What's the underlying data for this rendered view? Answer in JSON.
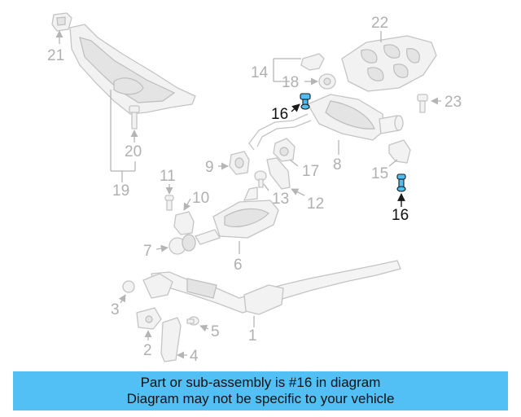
{
  "diagram": {
    "callouts": {
      "p1": "1",
      "p2": "2",
      "p3": "3",
      "p4": "4",
      "p5": "5",
      "p6": "6",
      "p7": "7",
      "p8": "8",
      "p9": "9",
      "p10": "10",
      "p11": "11",
      "p12": "12",
      "p13": "13",
      "p14": "14",
      "p15": "15",
      "p16a": "16",
      "p16b": "16",
      "p17": "17",
      "p18": "18",
      "p19": "19",
      "p20": "20",
      "p21": "21",
      "p22": "22",
      "p23": "23"
    },
    "highlight_color": "#52bdf2"
  },
  "banner": {
    "line1": "Part or sub-assembly is #16 in diagram",
    "line2": "Diagram may not be specific to your vehicle",
    "background": "#52bff5"
  }
}
